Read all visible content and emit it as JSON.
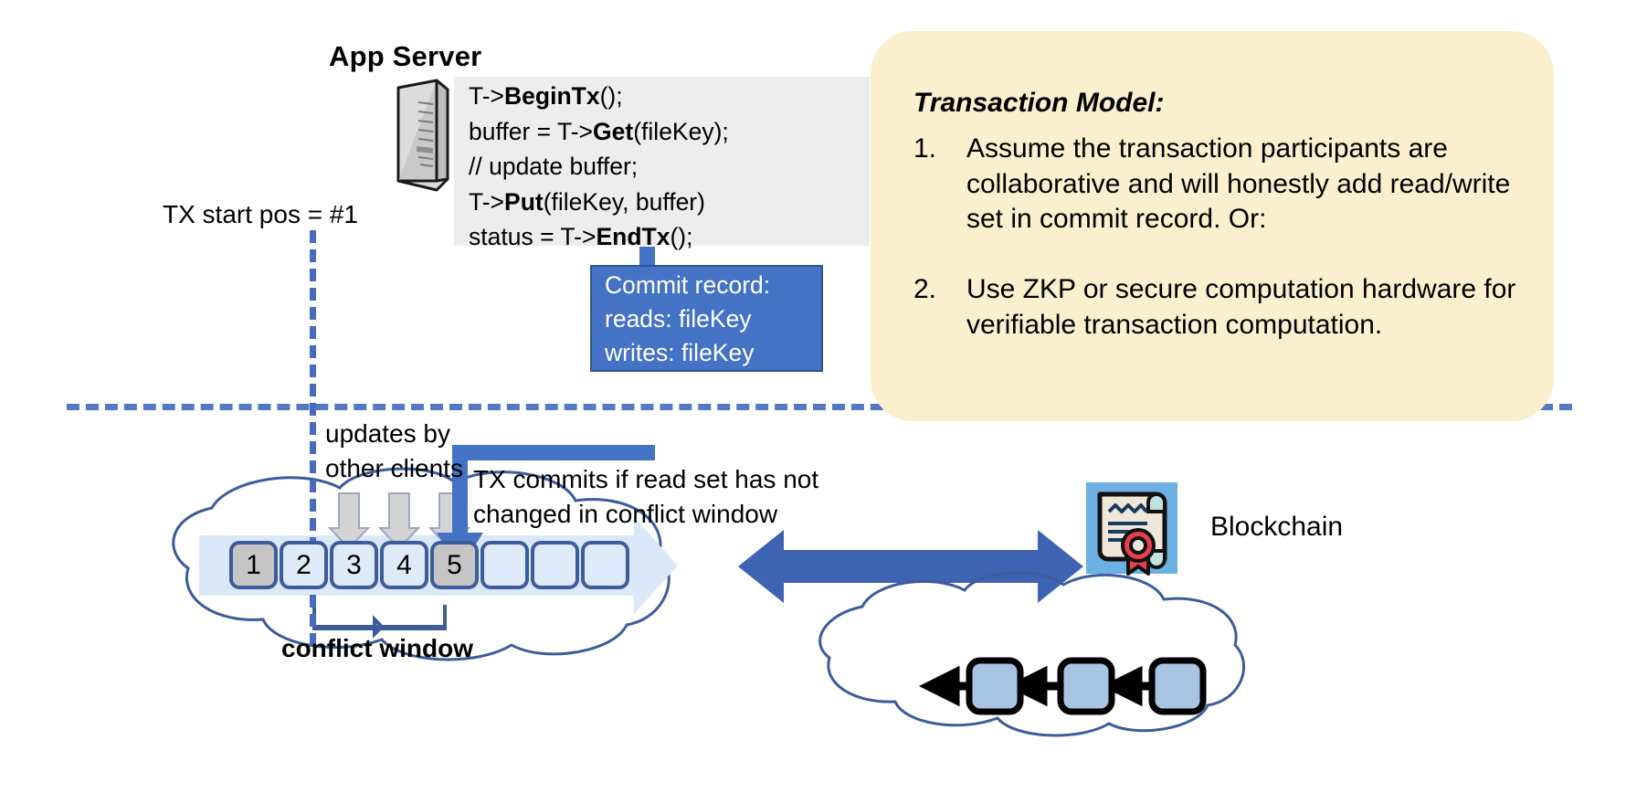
{
  "diagram": {
    "title": "Transactional ledger with conflict window over blockchain",
    "app_server": {
      "title": "App Server",
      "icon": "server-tower-icon",
      "code_lines": [
        {
          "pre": "T->",
          "bold": "BeginTx",
          "post": "();"
        },
        {
          "pre": "buffer = T->",
          "bold": "Get",
          "post": "(fileKey);"
        },
        {
          "pre": "// update buffer;",
          "bold": "",
          "post": ""
        },
        {
          "pre": "T->",
          "bold": "Put",
          "post": "(fileKey, buffer)"
        },
        {
          "pre": "status = T->",
          "bold": "EndTx",
          "post": "();"
        }
      ]
    },
    "tx_start": {
      "label": "TX start pos = #1"
    },
    "commit_record": {
      "lines": [
        "Commit record:",
        "reads: fileKey",
        "writes: fileKey"
      ],
      "fill_color": "#4472C4",
      "text_color": "#FFFFFF"
    },
    "transaction_model": {
      "title": "Transaction Model:",
      "fill_color": "#FBF0CD",
      "items": [
        {
          "number": "1.",
          "text": "Assume the transaction participants are collaborative and will honestly add read/write set in commit record.  Or:"
        },
        {
          "number": "2.",
          "text": "Use ZKP or secure computation hardware for verifiable transaction computation."
        }
      ]
    },
    "ledger": {
      "updates_label": "updates by\nother clients",
      "updates_label_line1": "updates by",
      "updates_label_line2": "other clients",
      "commits_label_line1": "TX commits if read set has not",
      "commits_label_line2": "changed in conflict window",
      "conflict_window_label": "conflict window",
      "blocks": [
        {
          "label": "1",
          "state": "committed",
          "color": "#C5C5C5"
        },
        {
          "label": "2",
          "state": "update",
          "color": "#DFEAF8"
        },
        {
          "label": "3",
          "state": "update",
          "color": "#DFEAF8"
        },
        {
          "label": "4",
          "state": "update",
          "color": "#DFEAF8"
        },
        {
          "label": "5",
          "state": "committed",
          "color": "#C5C5C5"
        },
        {
          "label": "",
          "state": "empty",
          "color": "#DFEAF8"
        },
        {
          "label": "",
          "state": "empty",
          "color": "#DFEAF8"
        },
        {
          "label": "",
          "state": "empty",
          "color": "#DFEAF8"
        }
      ],
      "update_arrow_count": 3
    },
    "blockchain": {
      "label": "Blockchain",
      "icon": "smart-contract-certificate-icon",
      "block_count": 3,
      "link_direction": "left"
    },
    "colors": {
      "accent_blue": "#4472C4",
      "dashed_blue": "#5578C4",
      "cloud_outline": "#3C5C9C",
      "block_border": "#3C5C9C",
      "ledger_band": "#DBE8F7",
      "code_box": "#EDEDED",
      "gray_arrow": "#D4D4D4"
    }
  }
}
